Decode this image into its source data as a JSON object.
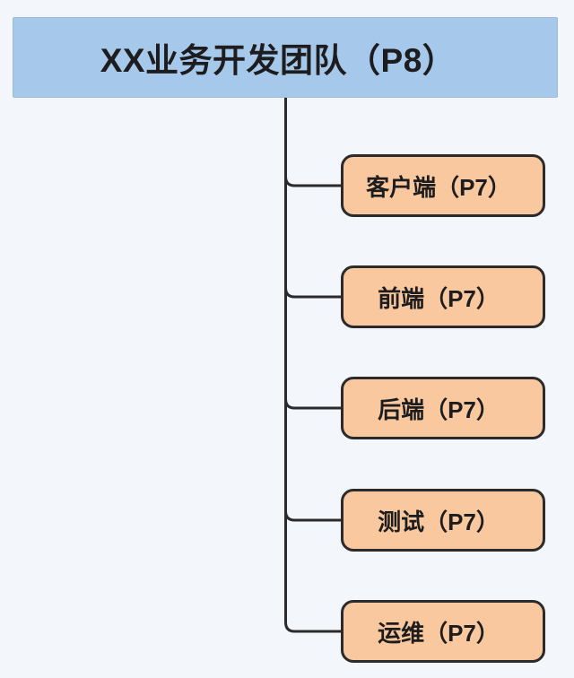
{
  "diagram": {
    "type": "org-chart-mindmap",
    "root": {
      "label": "XX业务开发团队（P8）",
      "level_badge": "P8"
    },
    "children": [
      {
        "label": "客户端（P7）",
        "level_badge": "P7"
      },
      {
        "label": "前端（P7）",
        "level_badge": "P7"
      },
      {
        "label": "后端（P7）",
        "level_badge": "P7"
      },
      {
        "label": "测试（P7）",
        "level_badge": "P7"
      },
      {
        "label": "运维（P7）",
        "level_badge": "P7"
      }
    ],
    "colors": {
      "background": "#f3f6fa",
      "root_fill": "#a6c8ea",
      "root_border": "#9cbbdd",
      "child_fill": "#f9c89e",
      "outline": "#2b2b2b",
      "text": "#1d1d1f"
    }
  }
}
